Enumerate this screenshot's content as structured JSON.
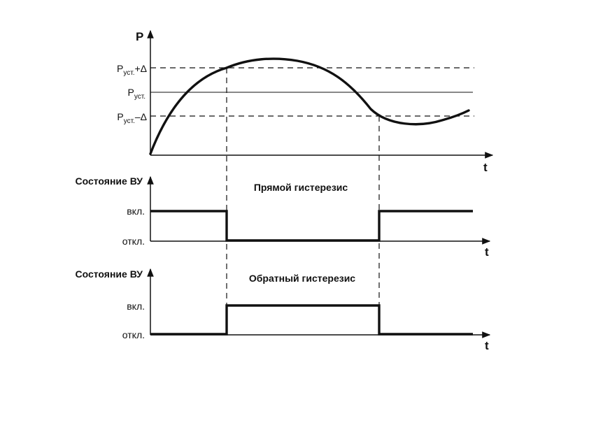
{
  "top_chart": {
    "y_axis_label": "Р",
    "x_axis_label": "t",
    "upper_level_label": {
      "base": "Р",
      "sub": "уст.",
      "suffix": "+Δ"
    },
    "setpoint_label": {
      "base": "Р",
      "sub": "уст."
    },
    "lower_level_label": {
      "base": "Р",
      "sub": "уст.",
      "suffix": "–Δ"
    }
  },
  "direct_hysteresis": {
    "y_axis_label": "Состояние ВУ",
    "title": "Прямой гистерезис",
    "on_label": "вкл.",
    "off_label": "откл.",
    "x_axis_label": "t"
  },
  "reverse_hysteresis": {
    "y_axis_label": "Состояние ВУ",
    "title": "Обратный гистерезис",
    "on_label": "вкл.",
    "off_label": "откл.",
    "x_axis_label": "t"
  },
  "colors": {
    "line": "#111111",
    "background": "#ffffff"
  }
}
